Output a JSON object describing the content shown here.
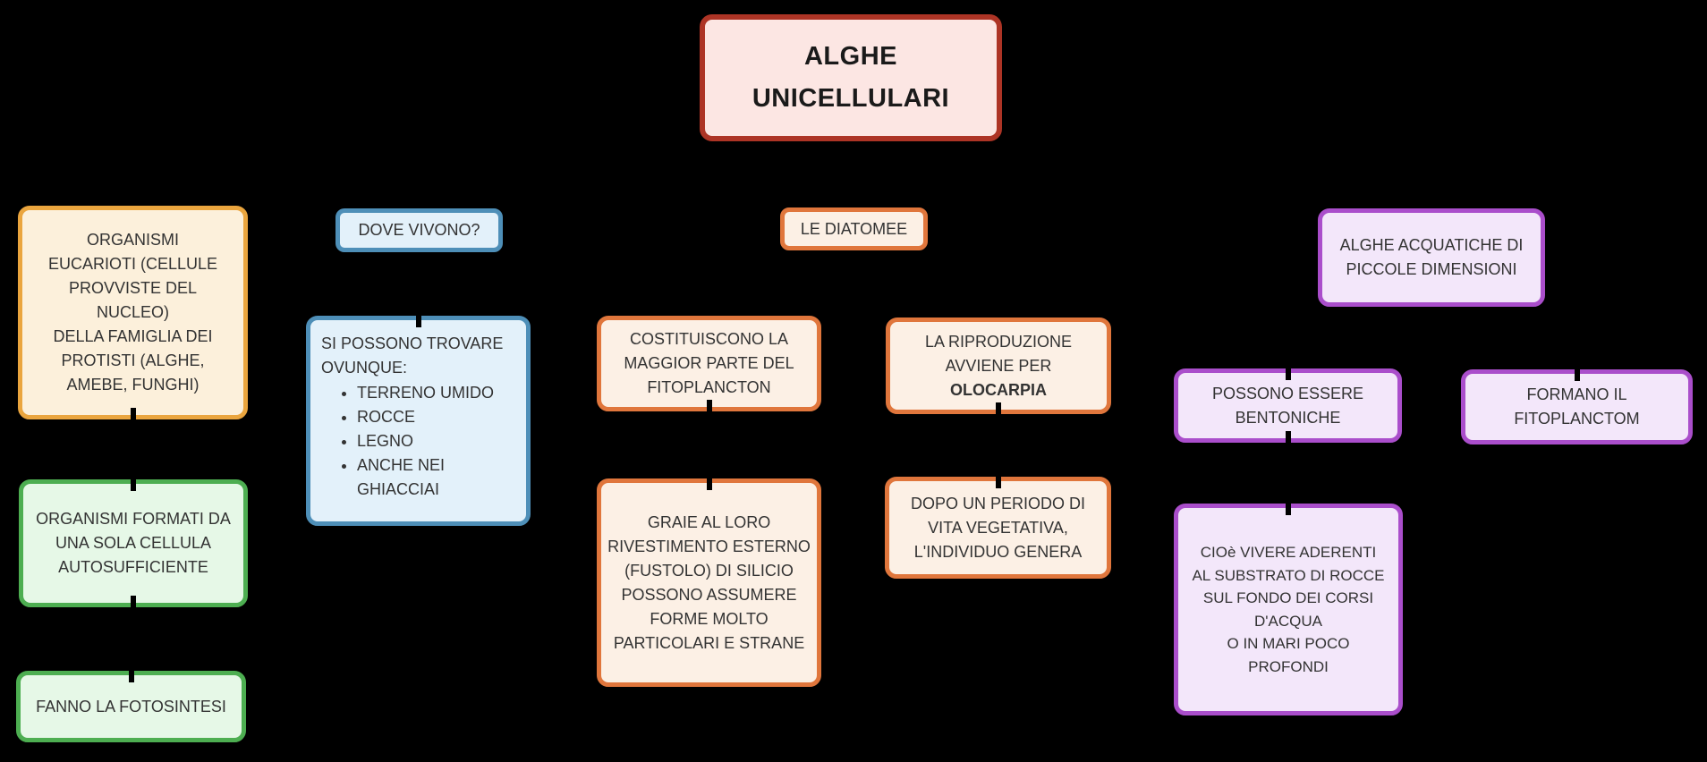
{
  "diagram": {
    "background": "#000000",
    "text_color": "#333333",
    "themes": {
      "red": {
        "border": "#AD3425",
        "bg": "#FCE6E3"
      },
      "gold": {
        "border": "#EAA53E",
        "bg": "#FCF0DB"
      },
      "green": {
        "border": "#4DAE51",
        "bg": "#E6F8E7"
      },
      "blue": {
        "border": "#4E8FB8",
        "bg": "#E3F1FA"
      },
      "orange": {
        "border": "#E0763C",
        "bg": "#FCF0E5"
      },
      "purple": {
        "border": "#AA4ECB",
        "bg": "#F3E7FA"
      }
    },
    "nodes": {
      "title": {
        "theme": "red",
        "text": "ALGHE\nUNICELLULARI"
      },
      "eucarioti": {
        "theme": "gold",
        "text": "ORGANISMI\nEUCARIOTI (CELLULE\nPROVVISTE DEL\nNUCLEO)\nDELLA FAMIGLIA DEI\nPROTISTI (ALGHE,\nAMEBE, FUNGHI)"
      },
      "una_cellula": {
        "theme": "green",
        "text": "ORGANISMI FORMATI DA\nUNA SOLA CELLULA\nAUTOSUFFICIENTE"
      },
      "fotosintesi": {
        "theme": "green",
        "text": "FANNO LA FOTOSINTESI"
      },
      "dove_vivono": {
        "theme": "blue",
        "text": "DOVE VIVONO?"
      },
      "trovare": {
        "theme": "blue",
        "intro": "SI POSSONO TROVARE\nOVUNQUE:",
        "items": [
          "TERRENO UMIDO",
          "ROCCE",
          "LEGNO",
          "ANCHE NEI\nGHIACCIAI"
        ]
      },
      "diatomee": {
        "theme": "orange",
        "text": "LE DIATOMEE"
      },
      "costituiscono": {
        "theme": "orange",
        "text": "COSTITUISCONO LA\nMAGGIOR PARTE DEL\nFITOPLANCTON"
      },
      "riproduzione": {
        "theme": "orange",
        "text": "LA RIPRODUZIONE\nAVVIENE PER",
        "bold_text": "OLOCARPIA"
      },
      "graie": {
        "theme": "orange",
        "text": "GRAIE AL LORO\nRIVESTIMENTO ESTERNO\n(FUSTOLO) DI SILICIO\nPOSSONO ASSUMERE\nFORME MOLTO\nPARTICOLARI E STRANE"
      },
      "dopo": {
        "theme": "orange",
        "text": "DOPO UN PERIODO DI\nVITA VEGETATIVA,\nL'INDIVIDUO GENERA"
      },
      "acquatiche": {
        "theme": "purple",
        "text": "ALGHE ACQUATICHE DI\nPICCOLE DIMENSIONI"
      },
      "bentoniche": {
        "theme": "purple",
        "text": "POSSONO ESSERE\nBENTONICHE"
      },
      "formano": {
        "theme": "purple",
        "text": "FORMANO IL\nFITOPLANCTOM"
      },
      "cioe": {
        "theme": "purple",
        "text": "CIOè VIVERE ADERENTI\nAL SUBSTRATO DI ROCCE\nSUL FONDO DEI CORSI\nD'ACQUA\nO IN MARI POCO\nPROFONDI"
      }
    }
  }
}
